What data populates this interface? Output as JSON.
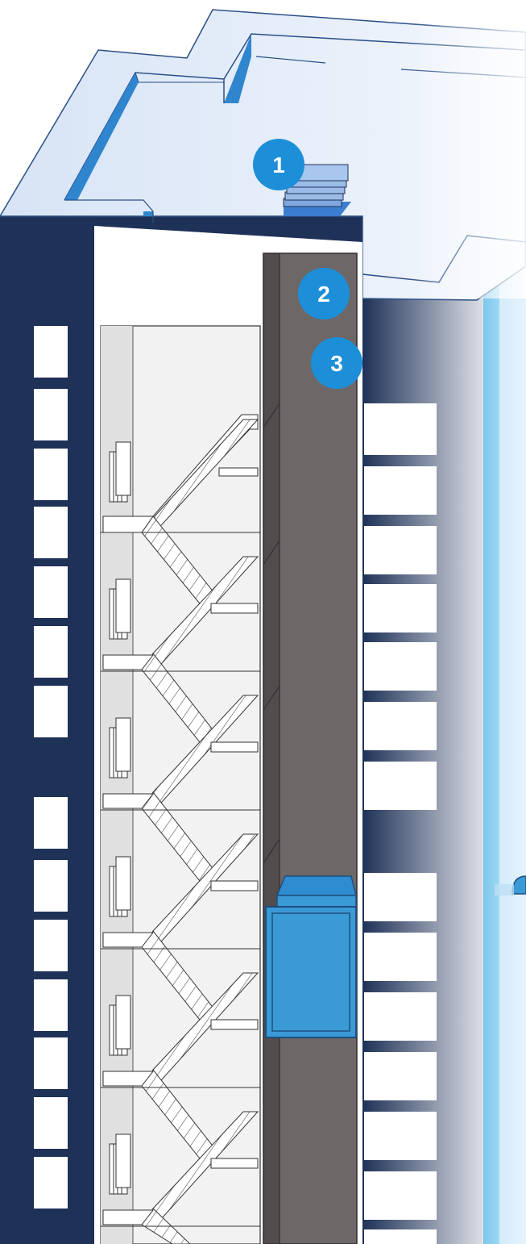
{
  "markers": [
    {
      "label": "1",
      "target": "roof-vent"
    },
    {
      "label": "2",
      "target": "elevator-shaft"
    },
    {
      "label": "3",
      "target": "elevator-shaft"
    }
  ],
  "colors": {
    "facade_dark": "#1e3157",
    "roof": "#dde8f8",
    "roof_edge": "#2f86cf",
    "shaft": "#6d6768",
    "elevator_car": "#3a9ad6",
    "marker": "#1d8fd8",
    "stairwell": "#f2f2f2"
  },
  "icons": [
    "roof-vent-icon",
    "elevator-car-icon",
    "radiator-icon"
  ]
}
